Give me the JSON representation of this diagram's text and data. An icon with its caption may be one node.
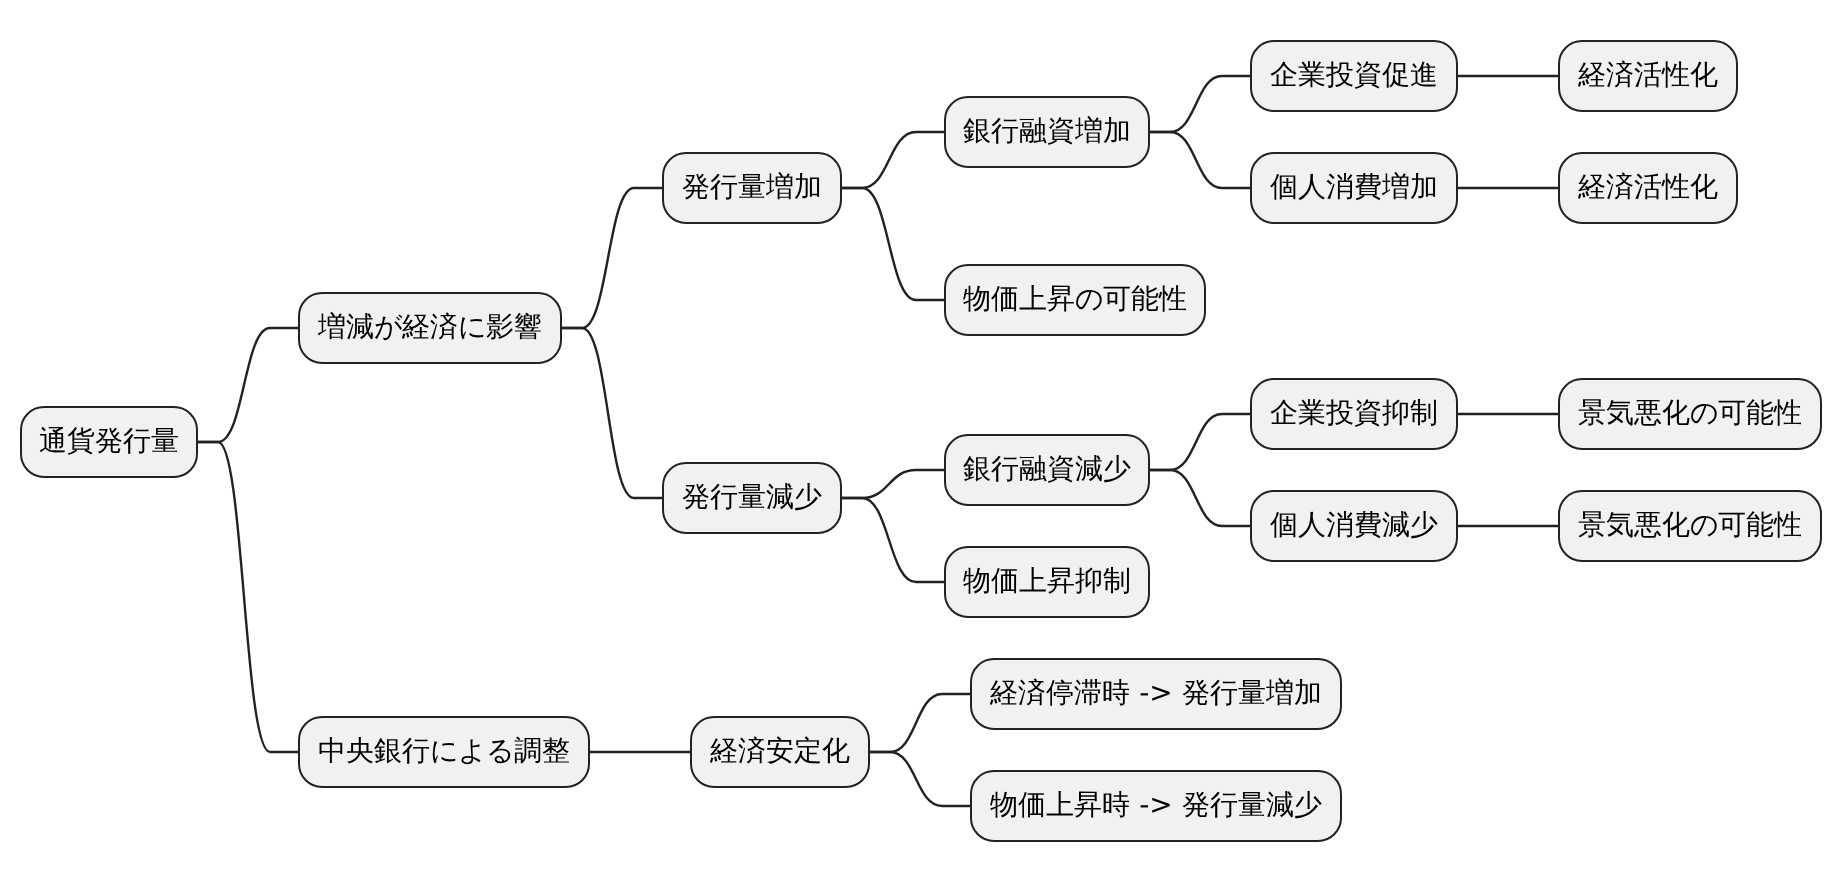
{
  "diagram": {
    "nodes": [
      {
        "text": [
          "通貨発行量"
        ]
      },
      {
        "text": [
          "増減が経済に影響"
        ]
      },
      {
        "text": [
          "発行量増加"
        ]
      },
      {
        "text": [
          "銀行融資増加"
        ]
      },
      {
        "text": [
          "企業投資促進"
        ]
      },
      {
        "text": [
          "経済活性化"
        ]
      },
      {
        "text": [
          "個人消費増加"
        ]
      },
      {
        "text": [
          "経済活性化"
        ]
      },
      {
        "text": [
          "物価上昇の可能性"
        ]
      },
      {
        "text": [
          "発行量減少"
        ]
      },
      {
        "text": [
          "銀行融資減少"
        ]
      },
      {
        "text": [
          "企業投資抑制"
        ]
      },
      {
        "text": [
          "景気悪化の可能性"
        ]
      },
      {
        "text": [
          "個人消費減少"
        ]
      },
      {
        "text": [
          "景気悪化の可能性"
        ]
      },
      {
        "text": [
          "物価上昇抑制"
        ]
      },
      {
        "text": [
          "中央銀行による調整"
        ]
      },
      {
        "text": [
          "経済安定化"
        ]
      },
      {
        "text": [
          "経済停滞時 -> 発行量増加"
        ]
      },
      {
        "text": [
          "物価上昇時 -> 発行量減少"
        ]
      }
    ],
    "edges": [
      {
        "from": 0,
        "to": 1,
        "arrow": "none"
      },
      {
        "from": 1,
        "to": 2,
        "arrow": "none"
      },
      {
        "from": 2,
        "to": 3,
        "arrow": "none"
      },
      {
        "from": 3,
        "to": 4,
        "arrow": "none"
      },
      {
        "from": 4,
        "to": 5,
        "arrow": "none"
      },
      {
        "from": 3,
        "to": 6,
        "arrow": "none"
      },
      {
        "from": 6,
        "to": 7,
        "arrow": "none"
      },
      {
        "from": 2,
        "to": 8,
        "arrow": "none"
      },
      {
        "from": 1,
        "to": 9,
        "arrow": "none"
      },
      {
        "from": 9,
        "to": 10,
        "arrow": "none"
      },
      {
        "from": 10,
        "to": 11,
        "arrow": "none"
      },
      {
        "from": 11,
        "to": 12,
        "arrow": "none"
      },
      {
        "from": 10,
        "to": 13,
        "arrow": "none"
      },
      {
        "from": 13,
        "to": 14,
        "arrow": "none"
      },
      {
        "from": 9,
        "to": 15,
        "arrow": "none"
      },
      {
        "from": 0,
        "to": 16,
        "arrow": "none"
      },
      {
        "from": 16,
        "to": 17,
        "arrow": "none"
      },
      {
        "from": 17,
        "to": 18,
        "arrow": "none"
      },
      {
        "from": 17,
        "to": 19,
        "arrow": "none"
      }
    ]
  }
}
